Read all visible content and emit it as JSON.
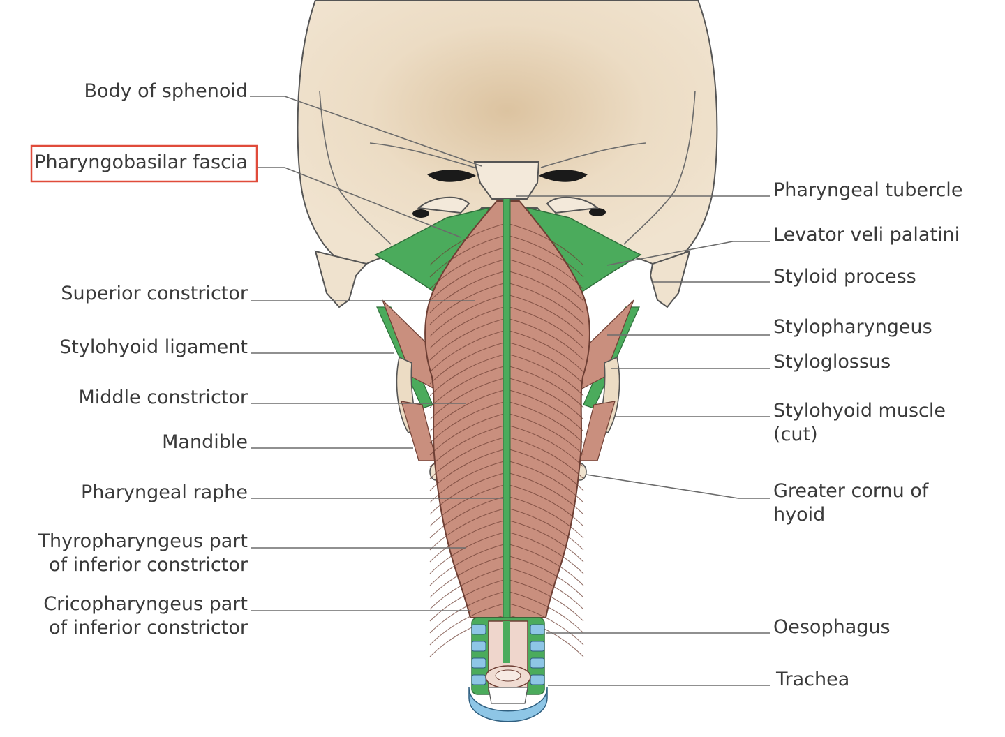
{
  "labels_left": [
    {
      "id": "body-of-sphenoid",
      "lines": [
        "Body of sphenoid"
      ],
      "highlighted": false
    },
    {
      "id": "pharyngobasilar-fascia",
      "lines": [
        "Pharyngobasilar fascia"
      ],
      "highlighted": true
    },
    {
      "id": "superior-constrictor",
      "lines": [
        "Superior constrictor"
      ],
      "highlighted": false
    },
    {
      "id": "stylohyoid-ligament",
      "lines": [
        "Stylohyoid ligament"
      ],
      "highlighted": false
    },
    {
      "id": "middle-constrictor",
      "lines": [
        "Middle constrictor"
      ],
      "highlighted": false
    },
    {
      "id": "mandible",
      "lines": [
        "Mandible"
      ],
      "highlighted": false
    },
    {
      "id": "pharyngeal-raphe",
      "lines": [
        "Pharyngeal raphe"
      ],
      "highlighted": false
    },
    {
      "id": "thyropharyngeus",
      "lines": [
        "Thyropharyngeus part",
        "of inferior constrictor"
      ],
      "highlighted": false
    },
    {
      "id": "cricopharyngeus",
      "lines": [
        "Cricopharyngeus part",
        "of inferior constrictor"
      ],
      "highlighted": false
    }
  ],
  "labels_right": [
    {
      "id": "pharyngeal-tubercle",
      "lines": [
        "Pharyngeal tubercle"
      ]
    },
    {
      "id": "levator-veli-palatini",
      "lines": [
        "Levator veli palatini"
      ]
    },
    {
      "id": "styloid-process",
      "lines": [
        "Styloid process"
      ]
    },
    {
      "id": "stylopharyngeus",
      "lines": [
        "Stylopharyngeus"
      ]
    },
    {
      "id": "styloglossus",
      "lines": [
        "Styloglossus"
      ]
    },
    {
      "id": "stylohyoid-muscle",
      "lines": [
        "Stylohyoid muscle",
        "(cut)"
      ]
    },
    {
      "id": "greater-cornu",
      "lines": [
        "Greater cornu of",
        "hyoid"
      ]
    },
    {
      "id": "oesophagus",
      "lines": [
        "Oesophagus"
      ]
    },
    {
      "id": "trachea",
      "lines": [
        "Trachea"
      ]
    }
  ],
  "colors": {
    "bone": "#ecdcc4",
    "bone_shadow": "#d9c3a2",
    "muscle": "#c98f7e",
    "muscle_line": "#6e3f34",
    "fascia": "#4bab5c",
    "cartilage": "#8ec6e6",
    "highlight_box": "#e04b3a",
    "text": "#3a3a3a",
    "leader": "#6b6b6b"
  }
}
